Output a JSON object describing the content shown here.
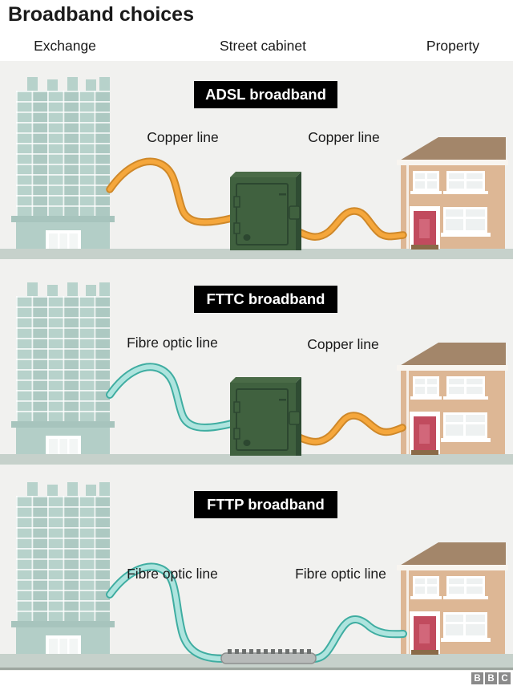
{
  "title": "Broadband choices",
  "columns": [
    "Exchange",
    "Street cabinet",
    "Property"
  ],
  "panels": [
    {
      "id": "adsl",
      "label": "ADSL broadband",
      "left_line": "Copper line",
      "right_line": "Copper line"
    },
    {
      "id": "fttc",
      "label": "FTTC broadband",
      "left_line": "Fibre optic line",
      "right_line": "Copper line"
    },
    {
      "id": "fttp",
      "label": "FTTP broadband",
      "left_line": "Fibre optic line",
      "right_line": "Fibre optic line"
    }
  ],
  "footer": {
    "logo_letters": [
      "B",
      "B",
      "C"
    ]
  },
  "colors": {
    "text_color": "#1a1a1a",
    "panel_bg": "#f1f1ef",
    "ground": "#c6d1cb",
    "ground_border": "#9da69f",
    "exchange_body": "#b7d2cb",
    "exchange_dark": "#adc9c2",
    "exchange_ledge": "#a7c4bd",
    "exchange_base": "#b3cec7",
    "cabinet_front": "#40613f",
    "cabinet_side": "#2f4c33",
    "cabinet_top": "#4a6b47",
    "cabinet_line": "#2c4730",
    "house_wall": "#ddb795",
    "house_roof": "#a3866a",
    "house_trim": "#f8f5f0",
    "window_pane": "#eef1f1",
    "door_red": "#c14b5e",
    "door_panel": "#d2677a",
    "door_step": "#8a6a48",
    "copper": "#f5a73c",
    "copper_outline": "#cf8829",
    "fibre": "#aee4de",
    "fibre_outline": "#3fada1",
    "label_box_bg": "#000000",
    "label_box_text": "#ffffff",
    "bbc_grey": "#8a8a8a",
    "device_body": "#b7bab9",
    "device_edge": "#8d908f",
    "device_teeth": "#6e7170"
  }
}
